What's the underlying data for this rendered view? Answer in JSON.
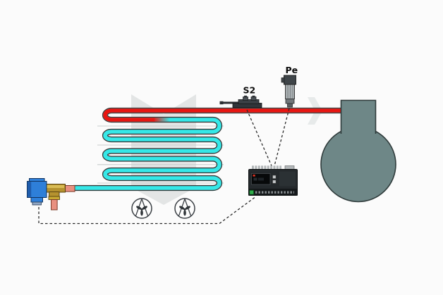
{
  "title": "Refrigeration circuit diagram with evaporator, sensors and controller",
  "labels": {
    "sensor_s2": "S2",
    "sensor_pe": "Pe"
  },
  "colors": {
    "background": "#fbfbfb",
    "pipe_outline": "#3a3a3a",
    "pipe_hot": "#e81511",
    "pipe_cold": "#35e8e8",
    "tank": "#6e8787",
    "tank_outline": "#2f3b3b",
    "watermark": "#e3e5e5",
    "watermark_light": "#e7eaea",
    "fin": "#c8cccc",
    "solenoid_blue": "#2e7fd9",
    "solenoid_blue_dark": "#1f5cab",
    "brass": "#b5922f",
    "brass_light": "#d9bc55",
    "copper": "#e89080",
    "controller_body": "#24292c",
    "led_green": "#2fae4a",
    "led_red": "#e03222",
    "wire_dash": "#2b2b2b",
    "fan_stroke": "#3a3f44",
    "label_text": "#0c0c0c"
  }
}
